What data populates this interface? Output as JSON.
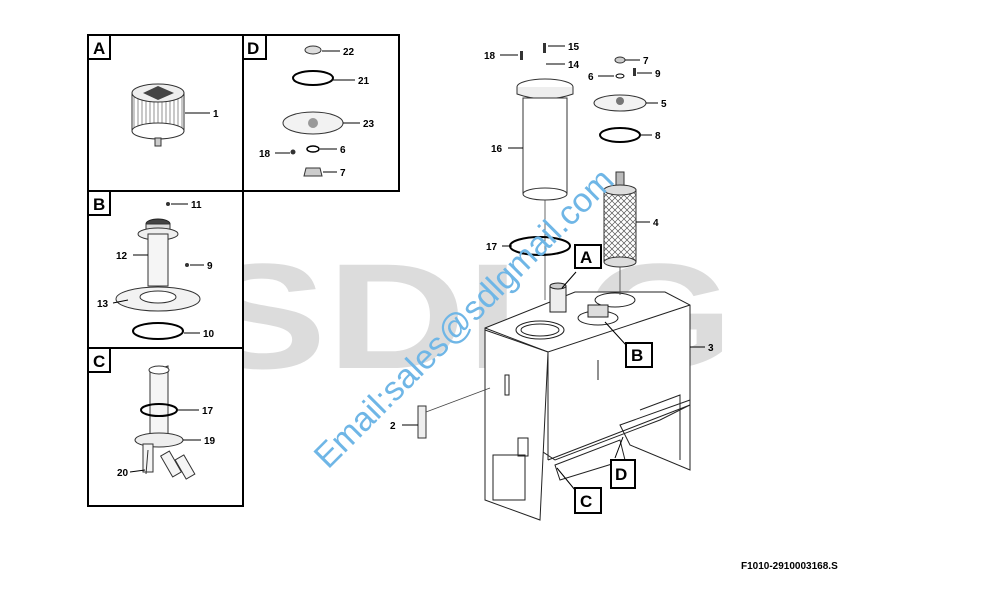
{
  "watermark": {
    "brand": "SDLG",
    "email": "Email:sales@sdlgmail.com"
  },
  "figure_code": "F1010-2910003168.S",
  "detail_boxes": {
    "a": "A",
    "b": "B",
    "c": "C",
    "d": "D"
  },
  "callout_boxes": {
    "a": "A",
    "b": "B",
    "c": "C",
    "d": "D"
  },
  "labels": {
    "box_a": {
      "p1": "1"
    },
    "box_b": {
      "p11": "11",
      "p12": "12",
      "p9": "9",
      "p13": "13",
      "p10": "10"
    },
    "box_c": {
      "p17": "17",
      "p19": "19",
      "p20": "20"
    },
    "box_d": {
      "p22": "22",
      "p21": "21",
      "p23": "23",
      "p18": "18",
      "p6": "6",
      "p7": "7"
    },
    "main": {
      "p18": "18",
      "p15": "15",
      "p14": "14",
      "p16": "16",
      "p17": "17",
      "p7": "7",
      "p6": "6",
      "p9": "9",
      "p5": "5",
      "p8": "8",
      "p4": "4",
      "p3": "3",
      "p2": "2"
    }
  }
}
